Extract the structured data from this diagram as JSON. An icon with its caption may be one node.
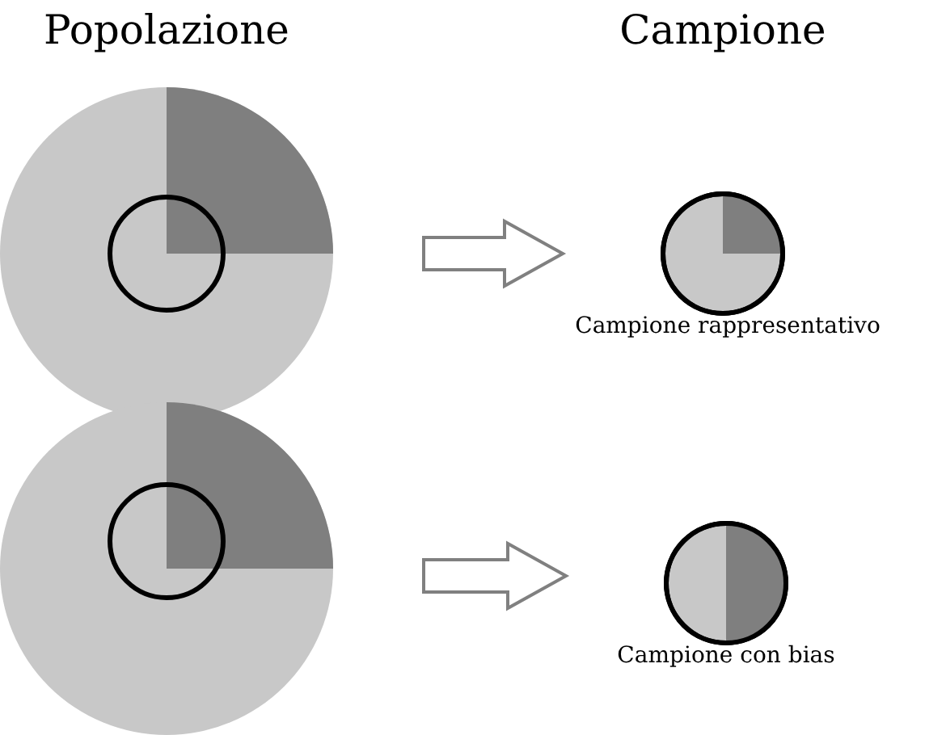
{
  "diagram": {
    "nodes": [
      {
        "text": [],
        "shape": "circle"
      },
      {
        "text": [],
        "shape": "circle",
        "beside": [
          "Campione rappresentativo"
        ]
      },
      {
        "text": [],
        "shape": "circle"
      },
      {
        "text": [],
        "shape": "circle",
        "beside": [
          "Campione con bias"
        ]
      }
    ],
    "edges": [
      {
        "from": 0,
        "to": 1,
        "arrow": "to"
      },
      {
        "from": 2,
        "to": 3,
        "arrow": "to"
      }
    ],
    "labels": [
      "Popolazione",
      "Campione"
    ]
  }
}
